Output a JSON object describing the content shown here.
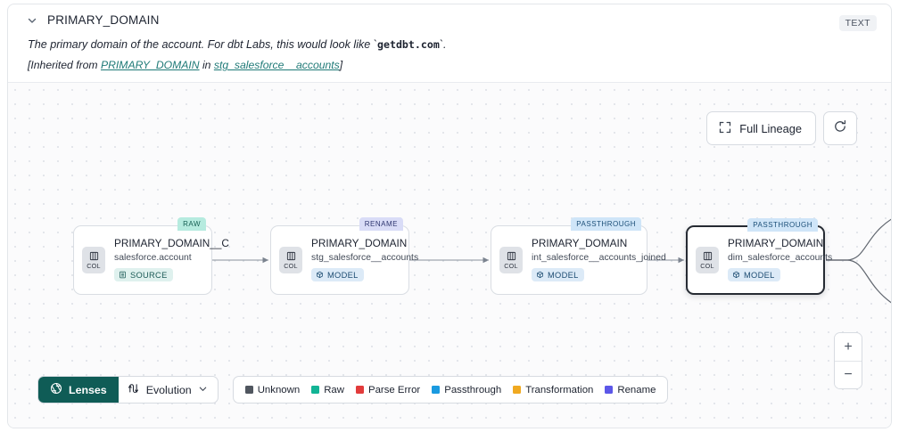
{
  "header": {
    "collapse_icon": "chevron-down-icon",
    "title": "PRIMARY_DOMAIN",
    "type_badge": "TEXT",
    "description_pre": "The primary domain of the account. For dbt Labs, this would look like `",
    "description_code": "getdbt.com",
    "description_post": "`.",
    "inherited_prefix": "[Inherited from ",
    "inherited_column": "PRIMARY_DOMAIN",
    "inherited_mid": " in ",
    "inherited_model": "stg_salesforce__accounts",
    "inherited_suffix": "]"
  },
  "controls": {
    "full_lineage_label": "Full Lineage",
    "full_lineage_icon": "expand-icon",
    "refresh_icon": "refresh-icon",
    "zoom_in_label": "+",
    "zoom_out_label": "−"
  },
  "graph": {
    "nodes": [
      {
        "tag": "RAW",
        "tag_type": "raw",
        "chip_label": "COL",
        "chip_icon": "columns-icon",
        "title": "PRIMARY_DOMAIN__C",
        "subtitle": "salesforce.account",
        "kind": "SOURCE",
        "kind_icon": "database-icon",
        "selected": false
      },
      {
        "tag": "RENAME",
        "tag_type": "rename",
        "chip_label": "COL",
        "chip_icon": "columns-icon",
        "title": "PRIMARY_DOMAIN",
        "subtitle": "stg_salesforce__accounts",
        "kind": "MODEL",
        "kind_icon": "cube-icon",
        "selected": false
      },
      {
        "tag": "PASSTHROUGH",
        "tag_type": "passthrough",
        "chip_label": "COL",
        "chip_icon": "columns-icon",
        "title": "PRIMARY_DOMAIN",
        "subtitle": "int_salesforce__accounts_joined",
        "kind": "MODEL",
        "kind_icon": "cube-icon",
        "selected": false
      },
      {
        "tag": "PASSTHROUGH",
        "tag_type": "passthrough",
        "chip_label": "COL",
        "chip_icon": "columns-icon",
        "title": "PRIMARY_DOMAIN",
        "subtitle": "dim_salesforce_accounts",
        "kind": "MODEL",
        "kind_icon": "cube-icon",
        "selected": true
      }
    ]
  },
  "toolbar": {
    "lenses_label": "Lenses",
    "lenses_icon": "aperture-icon",
    "evolution_label": "Evolution",
    "evolution_icon": "flow-arrow-icon",
    "evolution_caret": "chevron-down-icon"
  },
  "legend": {
    "items": [
      {
        "label": "Unknown",
        "color": "#50565f"
      },
      {
        "label": "Raw",
        "color": "#12b495"
      },
      {
        "label": "Parse Error",
        "color": "#e23b3b"
      },
      {
        "label": "Passthrough",
        "color": "#1a9ae0"
      },
      {
        "label": "Transformation",
        "color": "#f0a920"
      },
      {
        "label": "Rename",
        "color": "#5c57e8"
      }
    ]
  }
}
